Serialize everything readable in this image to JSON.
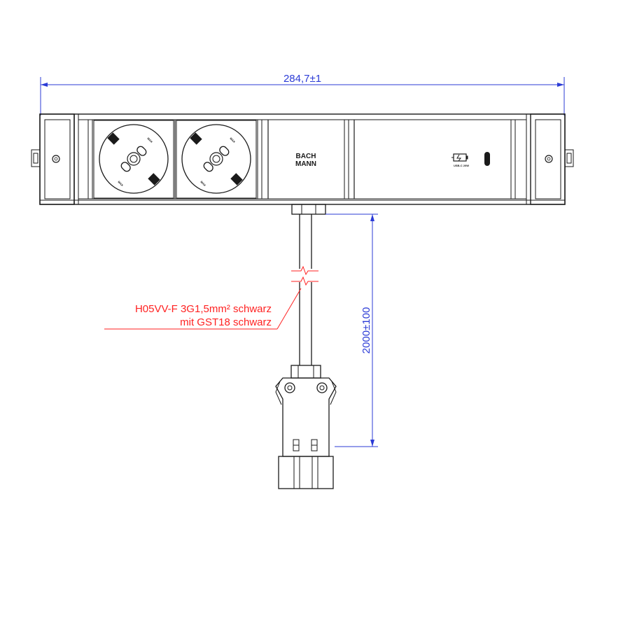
{
  "colors": {
    "dimension": "#2b3bd6",
    "annotation": "#ff2222",
    "outline": "#1a1a1a"
  },
  "dimensions": {
    "overall_length": "284,7±1",
    "cable_length": "2000±100"
  },
  "cable_note": {
    "line1": "H05VV-F 3G1,5mm² schwarz",
    "line2": "mit GST18 schwarz"
  },
  "brand": {
    "line1": "BACH",
    "line2": "MANN"
  },
  "usb_module": {
    "label": "USB-C 20W",
    "icon": "battery-charging-icon"
  },
  "socket_marks": {
    "top": "MAX",
    "bottom": "MAX"
  }
}
